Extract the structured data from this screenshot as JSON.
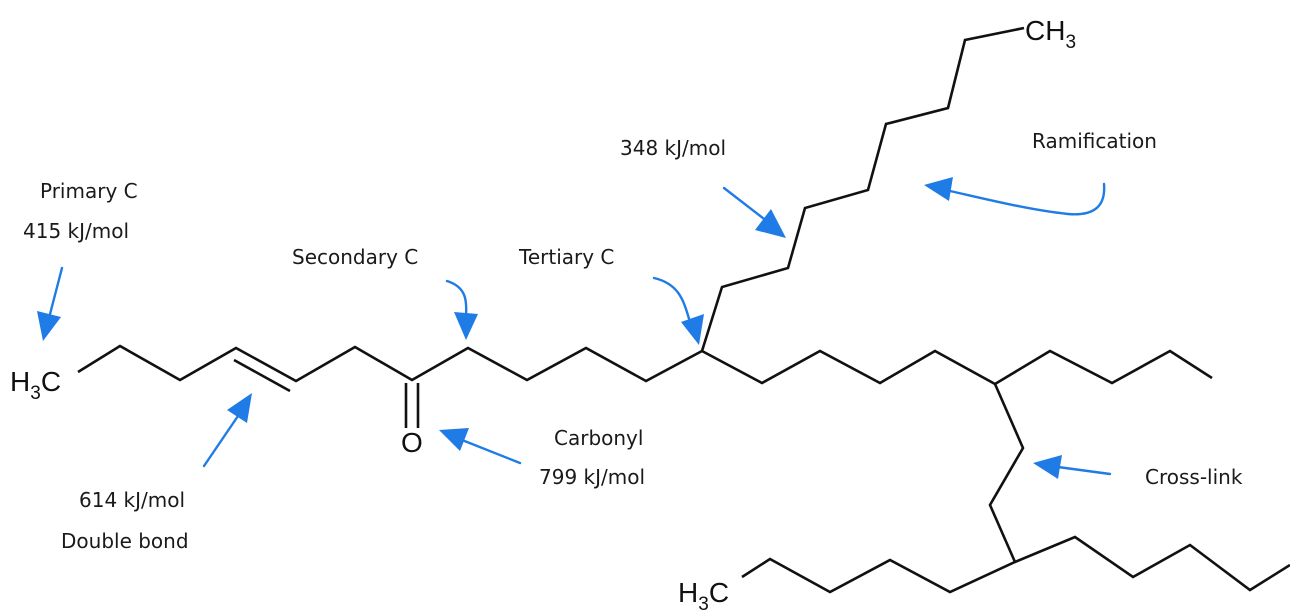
{
  "atoms": {
    "h3c_left": {
      "main": "H",
      "sub": "3",
      "tail": "C"
    },
    "oxygen": {
      "main": "O"
    },
    "ch3_top": {
      "main": "CH",
      "sub": "3"
    },
    "h3c_bottom": {
      "main": "H",
      "sub": "3",
      "tail": "C"
    }
  },
  "annotations": {
    "primary": {
      "line1": "Primary C",
      "line2": "415 kJ/mol"
    },
    "secondary": {
      "line1": "Secondary C"
    },
    "tertiary": {
      "line1": "Tertiary C"
    },
    "single_bond": {
      "line1": "348 kJ/mol"
    },
    "ramification": {
      "line1": "Ramification"
    },
    "double_bond": {
      "line1": "614 kJ/mol",
      "line2": "Double bond"
    },
    "carbonyl": {
      "line1": "Carbonyl",
      "line2": "799 kJ/mol"
    },
    "crosslink": {
      "line1": "Cross-link"
    }
  },
  "colors": {
    "arrow": "#1f7be6",
    "bond": "#111111"
  }
}
